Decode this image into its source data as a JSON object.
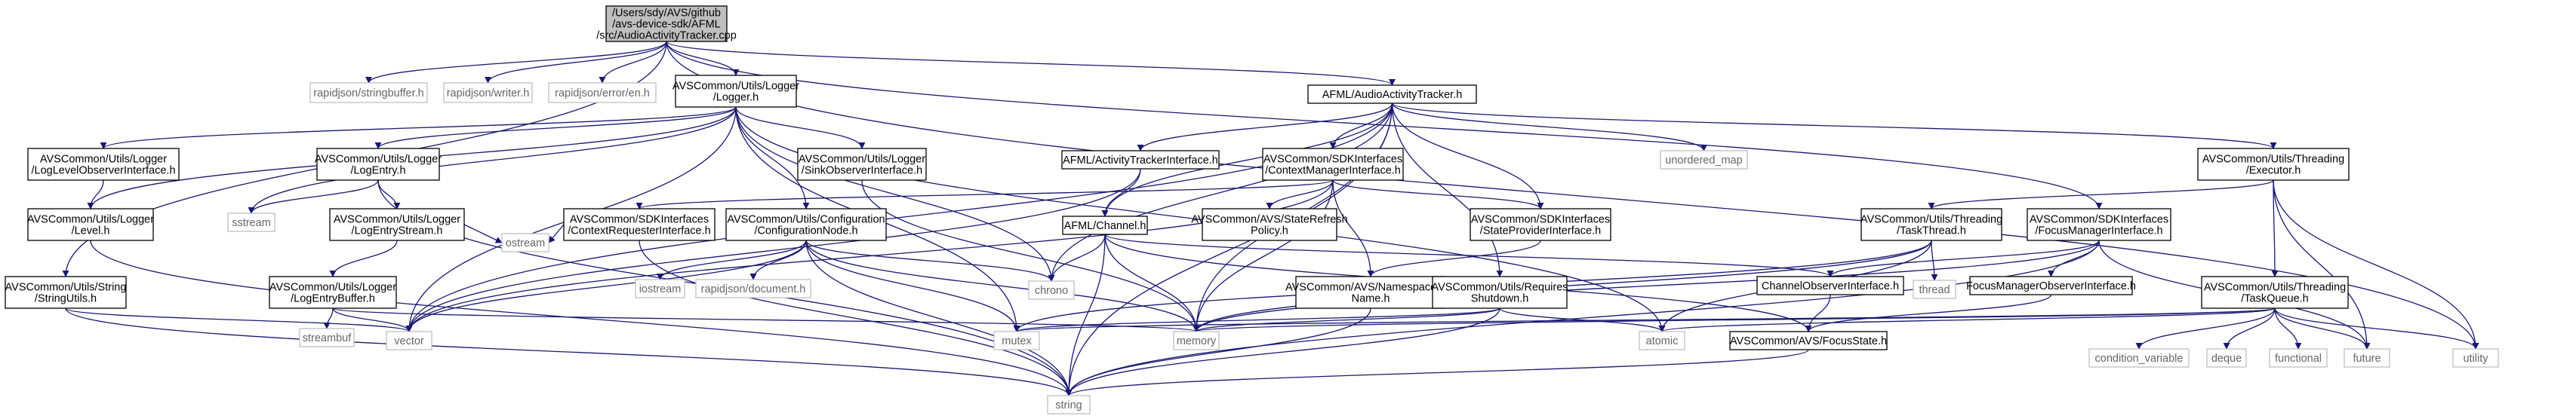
{
  "graph": {
    "nodes": [
      {
        "id": "root",
        "kind": "root",
        "lines": [
          "/Users/sdy/AVS/github",
          "/avs-device-sdk/AFML",
          "/src/AudioActivityTracker.cpp"
        ]
      },
      {
        "id": "rj_stringbuffer",
        "kind": "sys",
        "lines": [
          "rapidjson/stringbuffer.h"
        ]
      },
      {
        "id": "rj_writer",
        "kind": "sys",
        "lines": [
          "rapidjson/writer.h"
        ]
      },
      {
        "id": "rj_error",
        "kind": "sys",
        "lines": [
          "rapidjson/error/en.h"
        ]
      },
      {
        "id": "logger",
        "kind": "file",
        "lines": [
          "AVSCommon/Utils/Logger",
          "/Logger.h"
        ]
      },
      {
        "id": "aat",
        "kind": "file",
        "lines": [
          "AFML/AudioActivityTracker.h"
        ]
      },
      {
        "id": "stringutils",
        "kind": "file",
        "lines": [
          "AVSCommon/Utils/String",
          "/StringUtils.h"
        ]
      },
      {
        "id": "loglevelobs",
        "kind": "file",
        "lines": [
          "AVSCommon/Utils/Logger",
          "/LogLevelObserverInterface.h"
        ]
      },
      {
        "id": "logentry",
        "kind": "file",
        "lines": [
          "AVSCommon/Utils/Logger",
          "/LogEntry.h"
        ]
      },
      {
        "id": "sinkobs",
        "kind": "file",
        "lines": [
          "AVSCommon/Utils/Logger",
          "/SinkObserverInterface.h"
        ]
      },
      {
        "id": "ati",
        "kind": "file",
        "lines": [
          "AFML/ActivityTrackerInterface.h"
        ]
      },
      {
        "id": "cmi",
        "kind": "file",
        "lines": [
          "AVSCommon/SDKInterfaces",
          "/ContextManagerInterface.h"
        ]
      },
      {
        "id": "unordered_map",
        "kind": "sys",
        "lines": [
          "unordered_map"
        ]
      },
      {
        "id": "executor",
        "kind": "file",
        "lines": [
          "AVSCommon/Utils/Threading",
          "/Executor.h"
        ]
      },
      {
        "id": "level",
        "kind": "file",
        "lines": [
          "AVSCommon/Utils/Logger",
          "/Level.h"
        ]
      },
      {
        "id": "sstream",
        "kind": "sys",
        "lines": [
          "sstream"
        ]
      },
      {
        "id": "logentrystream",
        "kind": "file",
        "lines": [
          "AVSCommon/Utils/Logger",
          "/LogEntryStream.h"
        ]
      },
      {
        "id": "cri",
        "kind": "file",
        "lines": [
          "AVSCommon/SDKInterfaces",
          "/ContextRequesterInterface.h"
        ]
      },
      {
        "id": "confignode",
        "kind": "file",
        "lines": [
          "AVSCommon/Utils/Configuration",
          "/ConfigurationNode.h"
        ]
      },
      {
        "id": "channel",
        "kind": "file",
        "lines": [
          "AFML/Channel.h"
        ]
      },
      {
        "id": "srp",
        "kind": "file",
        "lines": [
          "AVSCommon/AVS/StateRefresh",
          "Policy.h"
        ]
      },
      {
        "id": "spi",
        "kind": "file",
        "lines": [
          "AVSCommon/SDKInterfaces",
          "/StateProviderInterface.h"
        ]
      },
      {
        "id": "taskthread",
        "kind": "file",
        "lines": [
          "AVSCommon/Utils/Threading",
          "/TaskThread.h"
        ]
      },
      {
        "id": "fmi",
        "kind": "file",
        "lines": [
          "AVSCommon/SDKInterfaces",
          "/FocusManagerInterface.h"
        ]
      },
      {
        "id": "ostream",
        "kind": "sys",
        "lines": [
          "ostream"
        ]
      },
      {
        "id": "logentrybuffer",
        "kind": "file",
        "lines": [
          "AVSCommon/Utils/Logger",
          "/LogEntryBuffer.h"
        ]
      },
      {
        "id": "iostream",
        "kind": "sys",
        "lines": [
          "iostream"
        ]
      },
      {
        "id": "rj_document",
        "kind": "sys",
        "lines": [
          "rapidjson/document.h"
        ]
      },
      {
        "id": "chrono",
        "kind": "sys",
        "lines": [
          "chrono"
        ]
      },
      {
        "id": "nsan",
        "kind": "file",
        "lines": [
          "AVSCommon/AVS/NamespaceAnd",
          "Name.h"
        ]
      },
      {
        "id": "rsd",
        "kind": "file",
        "lines": [
          "AVSCommon/Utils/Requires",
          "Shutdown.h"
        ]
      },
      {
        "id": "coi",
        "kind": "file",
        "lines": [
          "ChannelObserverInterface.h"
        ]
      },
      {
        "id": "thread",
        "kind": "sys",
        "lines": [
          "thread"
        ]
      },
      {
        "id": "fmoi",
        "kind": "file",
        "lines": [
          "FocusManagerObserverInterface.h"
        ]
      },
      {
        "id": "taskqueue",
        "kind": "file",
        "lines": [
          "AVSCommon/Utils/Threading",
          "/TaskQueue.h"
        ]
      },
      {
        "id": "streambuf",
        "kind": "sys",
        "lines": [
          "streambuf"
        ]
      },
      {
        "id": "vector",
        "kind": "sys",
        "lines": [
          "vector"
        ]
      },
      {
        "id": "mutex",
        "kind": "sys",
        "lines": [
          "mutex"
        ]
      },
      {
        "id": "memory",
        "kind": "sys",
        "lines": [
          "memory"
        ]
      },
      {
        "id": "atomic",
        "kind": "sys",
        "lines": [
          "atomic"
        ]
      },
      {
        "id": "focusstate",
        "kind": "file",
        "lines": [
          "AVSCommon/AVS/FocusState.h"
        ]
      },
      {
        "id": "condvar",
        "kind": "sys",
        "lines": [
          "condition_variable"
        ]
      },
      {
        "id": "deque",
        "kind": "sys",
        "lines": [
          "deque"
        ]
      },
      {
        "id": "functional",
        "kind": "sys",
        "lines": [
          "functional"
        ]
      },
      {
        "id": "future",
        "kind": "sys",
        "lines": [
          "future"
        ]
      },
      {
        "id": "utility",
        "kind": "sys",
        "lines": [
          "utility"
        ]
      },
      {
        "id": "string",
        "kind": "sys",
        "lines": [
          "string"
        ]
      }
    ],
    "edges": [
      [
        "root",
        "rj_stringbuffer"
      ],
      [
        "root",
        "rj_writer"
      ],
      [
        "root",
        "rj_error"
      ],
      [
        "root",
        "logger"
      ],
      [
        "root",
        "aat"
      ],
      [
        "root",
        "stringutils"
      ],
      [
        "root",
        "fmi"
      ],
      [
        "root",
        "utility"
      ],
      [
        "logger",
        "loglevelobs"
      ],
      [
        "logger",
        "logentry"
      ],
      [
        "logger",
        "sinkobs"
      ],
      [
        "logger",
        "level"
      ],
      [
        "logger",
        "sstream"
      ],
      [
        "logger",
        "confignode"
      ],
      [
        "logger",
        "chrono"
      ],
      [
        "logger",
        "vector"
      ],
      [
        "logger",
        "mutex"
      ],
      [
        "logger",
        "atomic"
      ],
      [
        "loglevelobs",
        "level"
      ],
      [
        "level",
        "string"
      ],
      [
        "logentry",
        "logentrystream"
      ],
      [
        "logentry",
        "sstream"
      ],
      [
        "logentry",
        "string"
      ],
      [
        "logentrystream",
        "logentrybuffer"
      ],
      [
        "logentrystream",
        "ostream"
      ],
      [
        "logentrybuffer",
        "streambuf"
      ],
      [
        "logentrybuffer",
        "vector"
      ],
      [
        "logentrybuffer",
        "memory"
      ],
      [
        "sinkobs",
        "memory"
      ],
      [
        "stringutils",
        "string"
      ],
      [
        "stringutils",
        "vector"
      ],
      [
        "confignode",
        "iostream"
      ],
      [
        "confignode",
        "rj_document"
      ],
      [
        "confignode",
        "chrono"
      ],
      [
        "confignode",
        "mutex"
      ],
      [
        "confignode",
        "memory"
      ],
      [
        "confignode",
        "string"
      ],
      [
        "confignode",
        "vector"
      ],
      [
        "aat",
        "ati"
      ],
      [
        "aat",
        "cmi"
      ],
      [
        "aat",
        "channel"
      ],
      [
        "aat",
        "unordered_map"
      ],
      [
        "aat",
        "executor"
      ],
      [
        "aat",
        "spi"
      ],
      [
        "aat",
        "rsd"
      ],
      [
        "aat",
        "chrono"
      ],
      [
        "aat",
        "memory"
      ],
      [
        "aat",
        "vector"
      ],
      [
        "aat",
        "string"
      ],
      [
        "ati",
        "channel"
      ],
      [
        "ati",
        "vector"
      ],
      [
        "cmi",
        "cri"
      ],
      [
        "cmi",
        "srp"
      ],
      [
        "cmi",
        "spi"
      ],
      [
        "cmi",
        "nsan"
      ],
      [
        "cmi",
        "memory"
      ],
      [
        "cmi",
        "vector"
      ],
      [
        "cri",
        "ostream"
      ],
      [
        "cri",
        "string"
      ],
      [
        "spi",
        "nsan"
      ],
      [
        "nsan",
        "string"
      ],
      [
        "channel",
        "coi"
      ],
      [
        "channel",
        "focusstate"
      ],
      [
        "channel",
        "chrono"
      ],
      [
        "channel",
        "memory"
      ],
      [
        "channel",
        "string"
      ],
      [
        "coi",
        "focusstate"
      ],
      [
        "focusstate",
        "string"
      ],
      [
        "rsd",
        "atomic"
      ],
      [
        "rsd",
        "memory"
      ],
      [
        "rsd",
        "mutex"
      ],
      [
        "rsd",
        "string"
      ],
      [
        "executor",
        "taskthread"
      ],
      [
        "executor",
        "taskqueue"
      ],
      [
        "executor",
        "future"
      ],
      [
        "executor",
        "utility"
      ],
      [
        "taskthread",
        "thread"
      ],
      [
        "taskthread",
        "atomic"
      ],
      [
        "taskthread",
        "mutex"
      ],
      [
        "taskthread",
        "memory"
      ],
      [
        "fmi",
        "coi"
      ],
      [
        "fmi",
        "fmoi"
      ],
      [
        "fmi",
        "future"
      ],
      [
        "fmi",
        "memory"
      ],
      [
        "fmi",
        "string"
      ],
      [
        "fmoi",
        "focusstate"
      ],
      [
        "taskqueue",
        "condvar"
      ],
      [
        "taskqueue",
        "deque"
      ],
      [
        "taskqueue",
        "functional"
      ],
      [
        "taskqueue",
        "future"
      ],
      [
        "taskqueue",
        "memory"
      ],
      [
        "taskqueue",
        "mutex"
      ],
      [
        "taskqueue",
        "atomic"
      ],
      [
        "taskqueue",
        "utility"
      ]
    ]
  }
}
